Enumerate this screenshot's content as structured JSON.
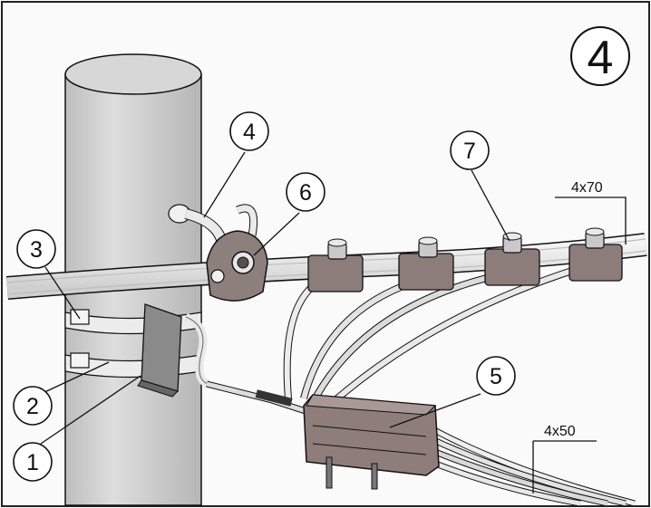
{
  "figure": {
    "number": "4",
    "callouts": {
      "c1": "1",
      "c2": "2",
      "c3": "3",
      "c4": "4",
      "c5": "5",
      "c6": "6",
      "c7": "7"
    },
    "cable_labels": {
      "main": "4x70",
      "branch": "4x50"
    }
  },
  "colors": {
    "pole": "#cfcfcf",
    "cable": "#e6e6e6",
    "clamp": "#7a6a66",
    "outline": "#111111"
  }
}
